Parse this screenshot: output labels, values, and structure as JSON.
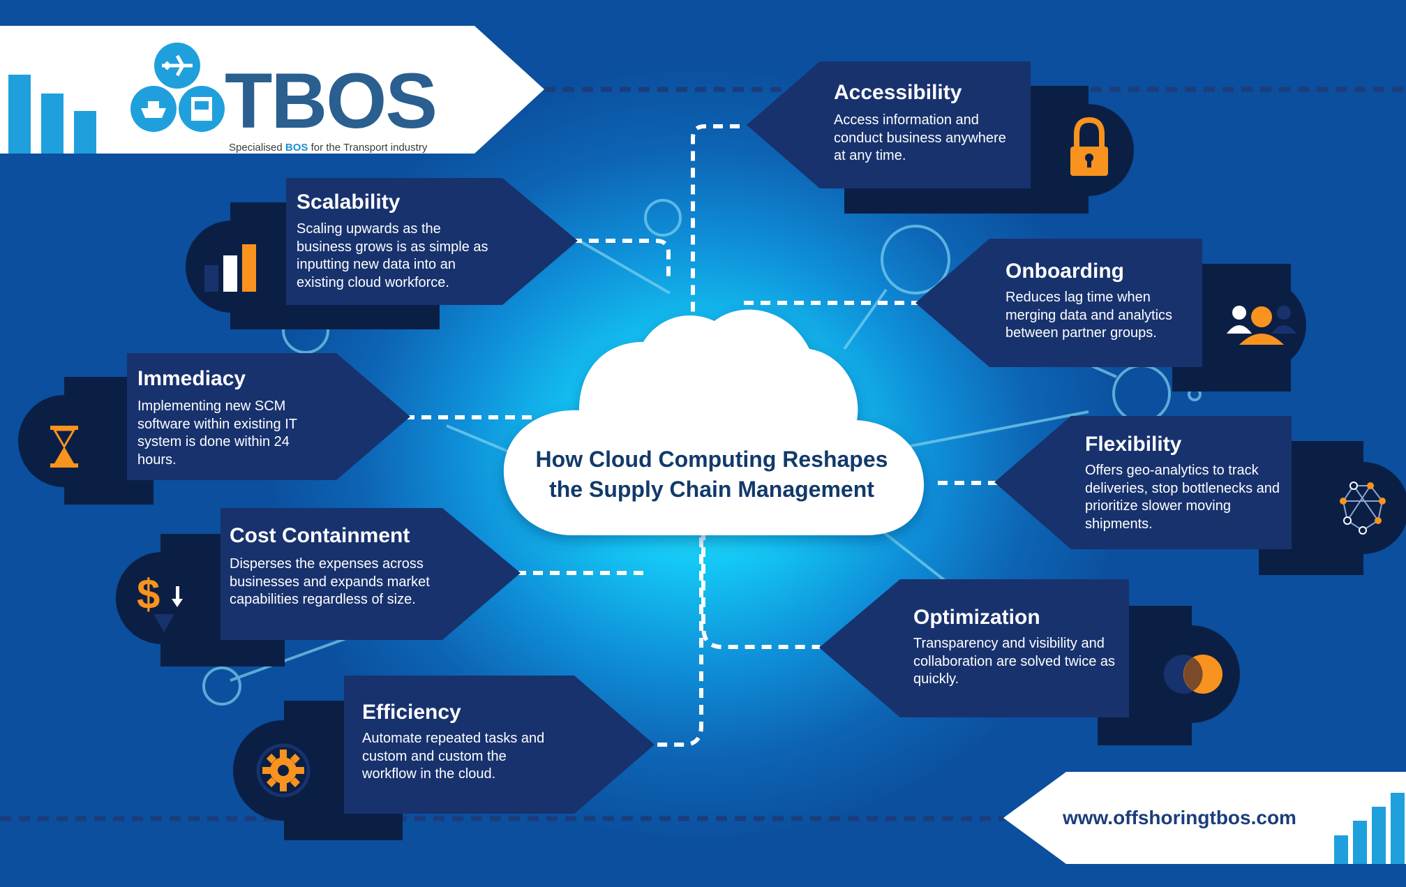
{
  "logo": {
    "wordmark": "TBOS",
    "tagline_prefix": "Specialised ",
    "tagline_highlight": "BOS",
    "tagline_suffix": " for the Transport industry"
  },
  "center": {
    "title_line1": "How Cloud Computing Reshapes",
    "title_line2": "the Supply Chain Management"
  },
  "benefits": {
    "accessibility": {
      "title": "Accessibility",
      "desc": "Access information and conduct business anywhere at any time.",
      "icon": "lock-icon"
    },
    "scalability": {
      "title": "Scalability",
      "desc": "Scaling upwards as the business grows is as simple as inputting new data into an existing cloud workforce.",
      "icon": "bar-chart-icon"
    },
    "onboarding": {
      "title": "Onboarding",
      "desc": "Reduces lag time when merging data and analytics between partner groups.",
      "icon": "users-icon"
    },
    "immediacy": {
      "title": "Immediacy",
      "desc": "Implementing new SCM software within existing IT system is done within 24 hours.",
      "icon": "hourglass-icon"
    },
    "flexibility": {
      "title": "Flexibility",
      "desc": "Offers geo-analytics to track deliveries, stop bottlenecks and prioritize slower moving shipments.",
      "icon": "network-icon"
    },
    "cost_containment": {
      "title": "Cost Containment",
      "desc": "Disperses the expenses across businesses and expands market capabilities regardless of size.",
      "icon": "dollar-down-icon"
    },
    "optimization": {
      "title": "Optimization",
      "desc": "Transparency and visibility and collaboration are solved twice as quickly.",
      "icon": "overlap-circles-icon"
    },
    "efficiency": {
      "title": "Efficiency",
      "desc": "Automate repeated tasks and custom and custom the workflow in the cloud.",
      "icon": "gear-icon"
    }
  },
  "footer": {
    "url": "www.offshoringtbos.com"
  },
  "colors": {
    "card_dark": "#0b1f45",
    "card_blue": "#18326e",
    "accent_orange": "#f7931e",
    "logo_blue": "#1fa0dc",
    "logo_navy": "#2a5f8f"
  }
}
